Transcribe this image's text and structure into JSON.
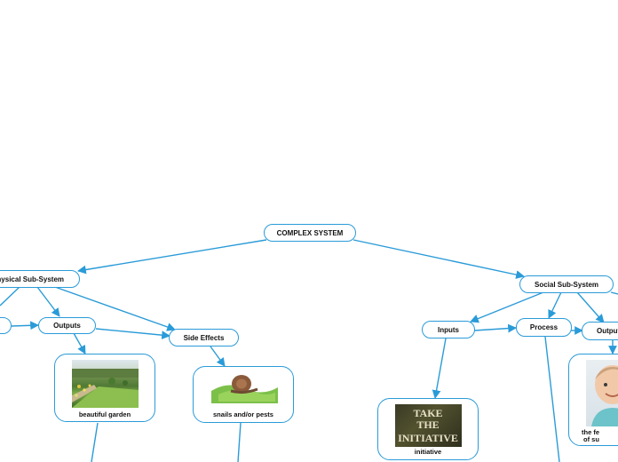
{
  "colors": {
    "line": "#2a9bd8",
    "border": "#2a9bd8",
    "text": "#111111"
  },
  "nodes": {
    "root": "COMPLEX SYSTEM",
    "physical": "Physical Sub-System",
    "physical_outputs": "Outputs",
    "physical_side_effects": "Side Effects",
    "social": "Social Sub-System",
    "social_inputs": "Inputs",
    "social_process": "Process",
    "social_outputs": "Outputs"
  },
  "cards": {
    "garden": {
      "caption": "beautiful garden",
      "icon": "garden-photo"
    },
    "snails": {
      "caption": "snails and/or pests",
      "icon": "snail-photo"
    },
    "initiative": {
      "caption": "initiative",
      "icon": "take-the-initiative-sign",
      "sign_text": [
        "TAKE",
        "THE",
        "INITIATIVE"
      ]
    },
    "success": {
      "caption_line1": "the fe",
      "caption_line2": "of su",
      "icon": "child-photo"
    }
  }
}
